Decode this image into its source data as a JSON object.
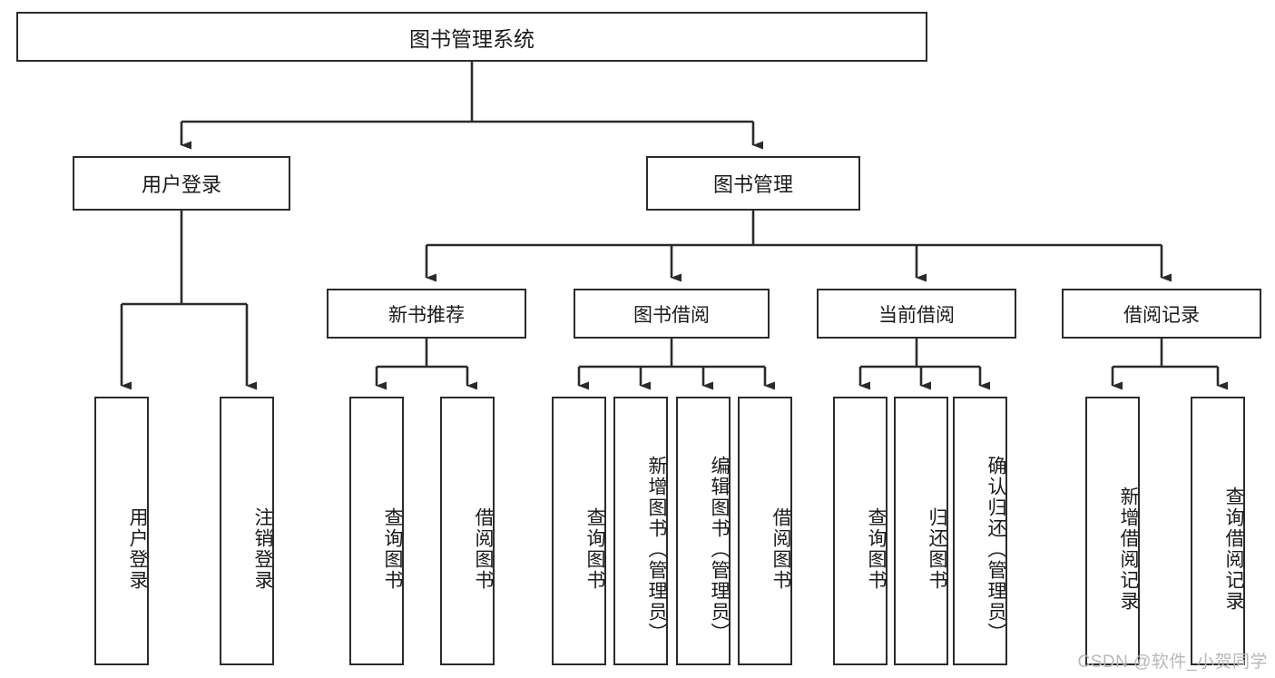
{
  "diagram": {
    "type": "tree-hierarchy-chart",
    "title_box": "图书管理系统",
    "colors": {
      "stroke": "#2b2b2b",
      "fill": "#ffffff",
      "text": "#1a1a1a",
      "watermark": "#b8b8b8"
    },
    "root": {
      "label": "图书管理系统"
    },
    "level1": [
      {
        "label": "用户登录"
      },
      {
        "label": "图书管理"
      }
    ],
    "level2": [
      {
        "label": "新书推荐"
      },
      {
        "label": "图书借阅"
      },
      {
        "label": "当前借阅"
      },
      {
        "label": "借阅记录"
      }
    ],
    "leaves": {
      "user_login": [
        {
          "label": "用户登录"
        },
        {
          "label": "注销登录"
        }
      ],
      "new_book_recommend": [
        {
          "label": "查询图书"
        },
        {
          "label": "借阅图书"
        }
      ],
      "book_borrow": [
        {
          "label": "查询图书"
        },
        {
          "label": "新增图书（管理员）"
        },
        {
          "label": "编辑图书（管理员）"
        },
        {
          "label": "借阅图书"
        }
      ],
      "current_borrow": [
        {
          "label": "查询图书"
        },
        {
          "label": "归还图书"
        },
        {
          "label": "确认归还（管理员）"
        }
      ],
      "borrow_record": [
        {
          "label": "新增借阅记录"
        },
        {
          "label": "查询借阅记录"
        }
      ]
    },
    "watermark": "CSDN @软件_小贺同学"
  }
}
